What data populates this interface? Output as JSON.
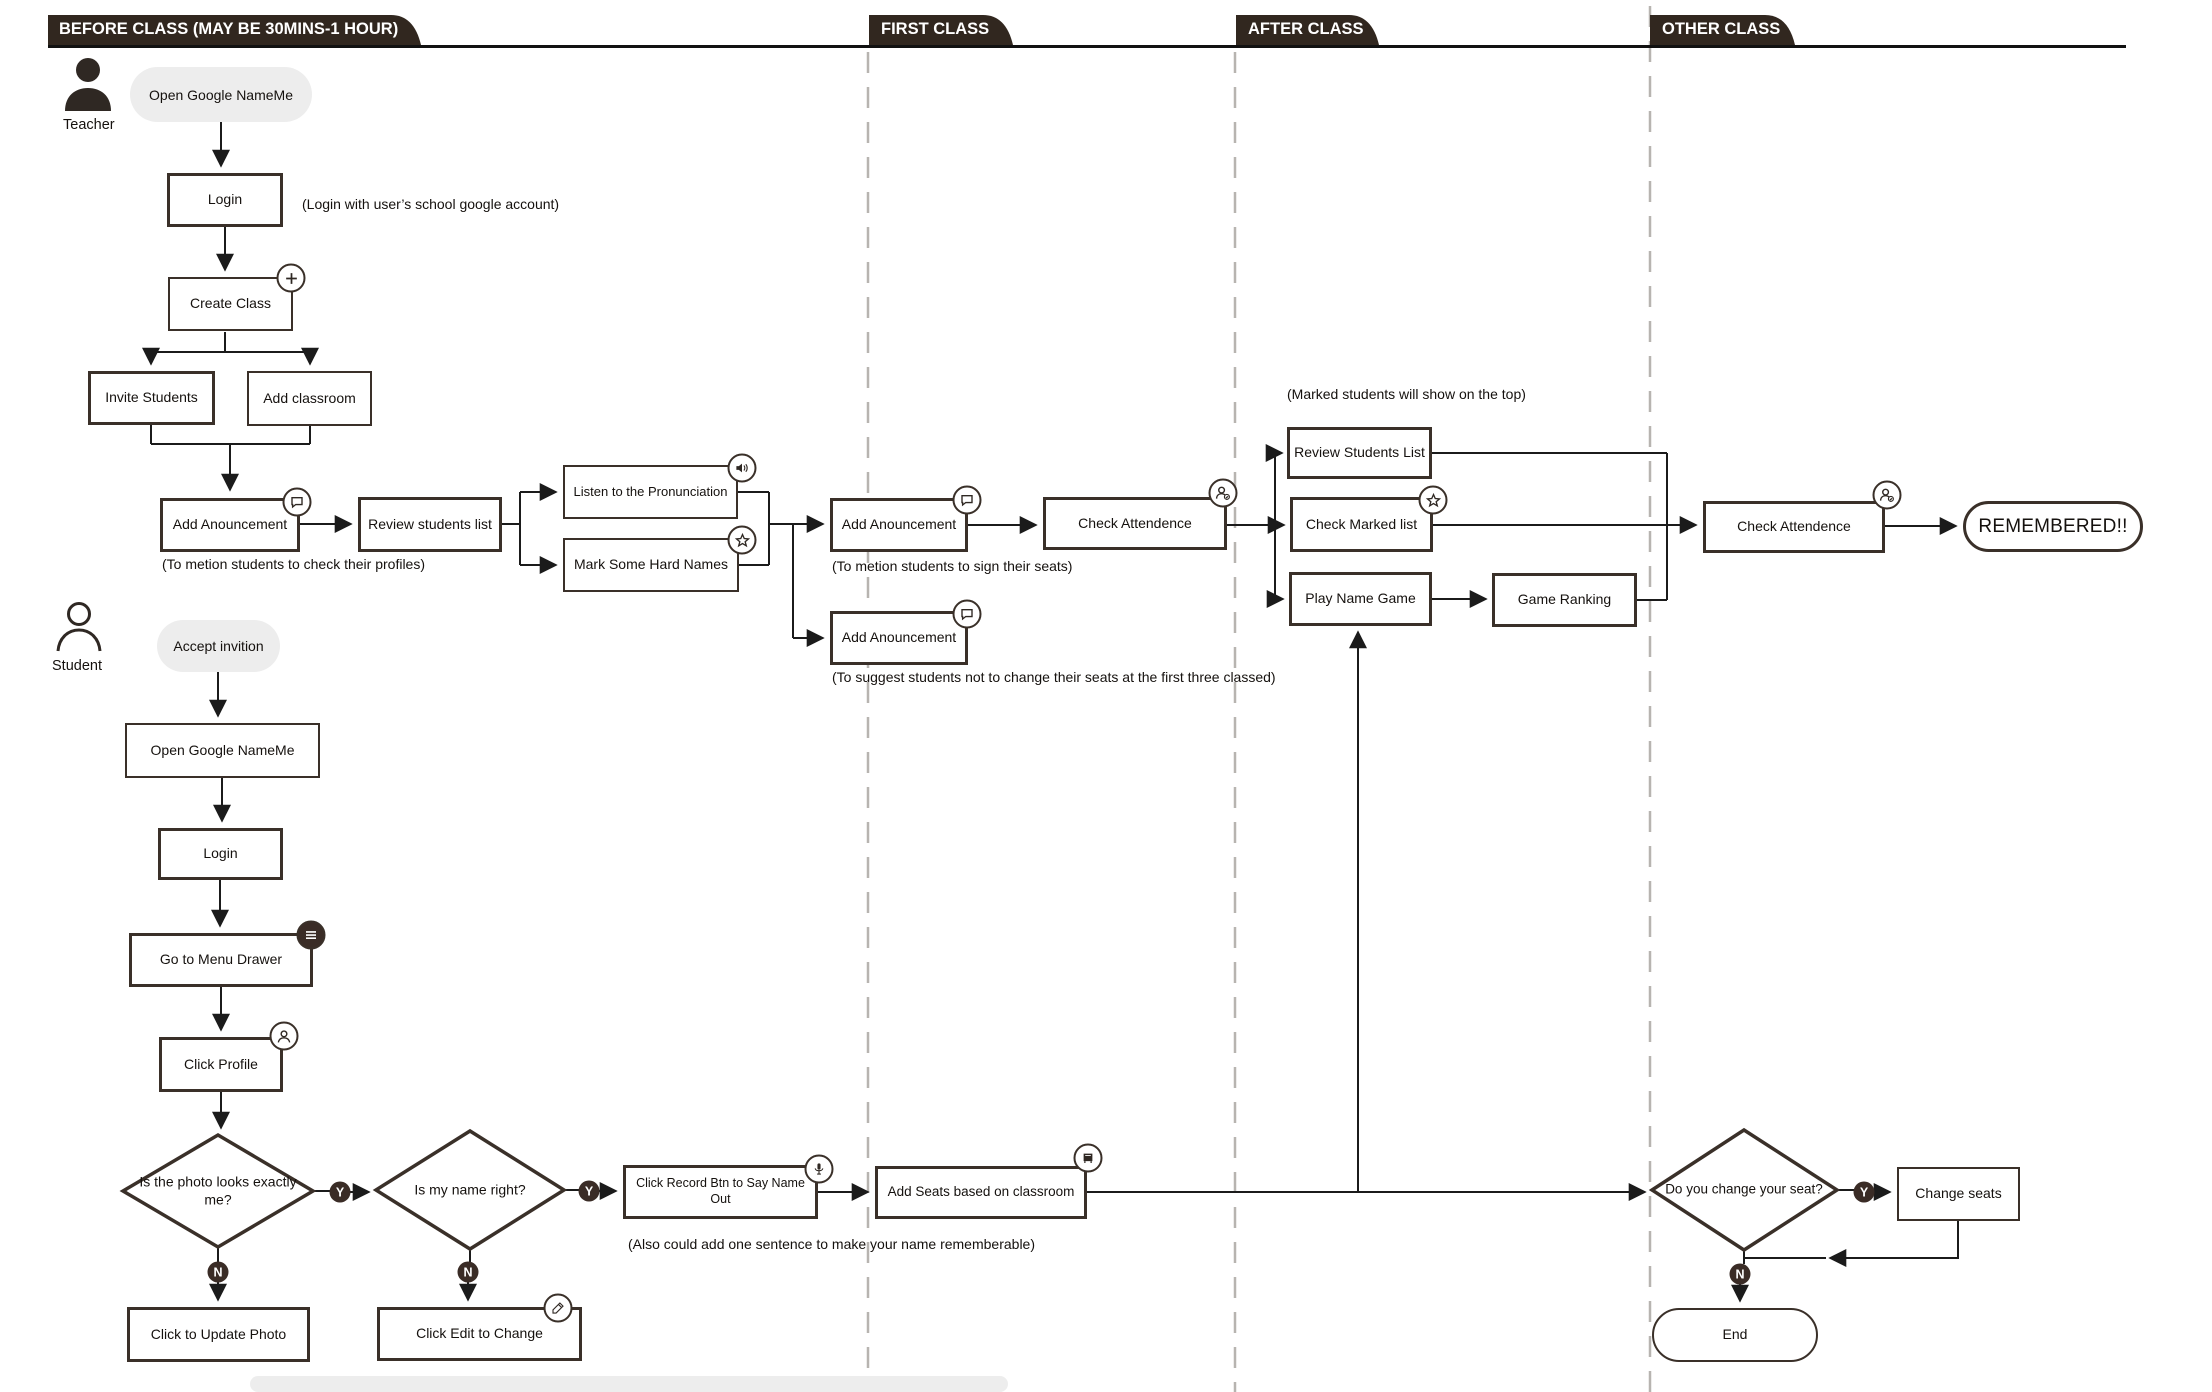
{
  "lanes": {
    "before": "BEFORE CLASS (MAY BE 30MINS-1 HOUR)",
    "first": "FIRST CLASS",
    "after": "AFTER CLASS",
    "other": "OTHER CLASS"
  },
  "personas": {
    "teacher": "Teacher",
    "student": "Student"
  },
  "teacher_flow": {
    "start": "Open Google NameMe",
    "login": "Login",
    "login_note": "(Login with user’s school google account)",
    "create_class": "Create Class",
    "invite_students": "Invite Students",
    "add_classroom": "Add classroom",
    "add_announcement1": "Add Anouncement",
    "announcement1_note": "(To metion students to check their profiles)",
    "review_students_list": "Review students list",
    "listen_pronunciation": "Listen to the Pronunciation",
    "mark_hard_names": "Mark Some Hard Names",
    "add_announcement2": "Add Anouncement",
    "announcement2_note": "(To metion students to sign their seats)",
    "add_announcement3": "Add Anouncement",
    "announcement3_note": "(To suggest students not to change their seats at the first three classed)",
    "check_attendance1": "Check Attendence",
    "marked_note": "(Marked students will show on the top)",
    "review_students_list2": "Review Students List",
    "check_marked_list": "Check Marked list",
    "play_name_game": "Play Name Game",
    "game_ranking": "Game Ranking",
    "check_attendance2": "Check Attendence",
    "remembered": "REMEMBERED!!"
  },
  "student_flow": {
    "start": "Accept invition",
    "open_app": "Open Google NameMe",
    "login": "Login",
    "menu_drawer": "Go to Menu Drawer",
    "click_profile": "Click Profile",
    "photo_decision": "Is the photo looks exactly me?",
    "name_decision": "Is my name right?",
    "update_photo": "Click to Update Photo",
    "edit_name": "Click Edit to Change",
    "record_name": "Click Record Btn to Say Name Out",
    "record_note": "(Also could add one sentence to make your name  rememberable)",
    "add_seats": "Add Seats based on classroom",
    "seat_decision": "Do you change your seat?",
    "change_seats": "Change seats",
    "end": "End"
  },
  "labels": {
    "yes": "Y",
    "no": "N"
  },
  "icons": {
    "plus": "plus-icon",
    "announcement": "speech-bubble-icon",
    "speaker": "speaker-icon",
    "star": "star-icon",
    "attendance": "user-check-icon",
    "menu": "hamburger-icon",
    "profile": "profile-icon",
    "mic": "microphone-icon",
    "seat": "seat-icon",
    "edit": "pencil-icon"
  },
  "colors": {
    "tab_fill": "#31271f",
    "box_border": "#3a3029",
    "arrow": "#1b1b1b",
    "pill_bg": "#ededed",
    "lane_dash": "#b7b4b0",
    "badge_bg": "#3a2c26"
  }
}
